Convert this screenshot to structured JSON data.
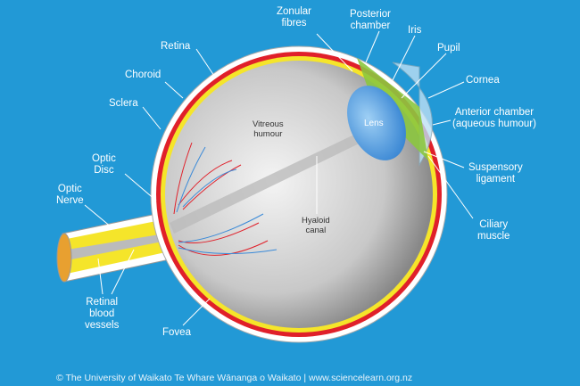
{
  "labels": {
    "zonular_fibres": "Zonular\nfibres",
    "posterior_chamber": "Posterior\nchamber",
    "iris": "Iris",
    "pupil": "Pupil",
    "retina": "Retina",
    "cornea": "Cornea",
    "choroid": "Choroid",
    "sclera": "Sclera",
    "anterior_chamber": "Anterior chamber\n(aqueous humour)",
    "vitreous_humour": "Vitreous\nhumour",
    "lens": "Lens",
    "optic_disc": "Optic\nDisc",
    "suspensory_ligament": "Suspensory\nligament",
    "optic_nerve": "Optic\nNerve",
    "hyaloid_canal": "Hyaloid\ncanal",
    "ciliary_muscle": "Ciliary\nmuscle",
    "retinal_blood_vessels": "Retinal\nblood\nvessels",
    "fovea": "Fovea"
  },
  "footer": "© The University of Waikato Te Whare Wānanga o Waikato | www.sciencelearn.org.nz",
  "colors": {
    "background": "#2299d6",
    "choroid": "#e0202a",
    "retina": "#f5e52a"
  }
}
